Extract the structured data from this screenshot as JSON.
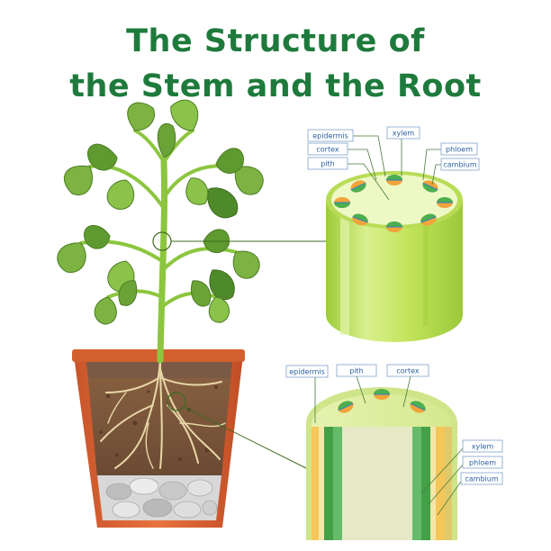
{
  "title": {
    "line1": "The Structure of",
    "line2": "the Stem and the Root"
  },
  "stem_labels": {
    "epidermis": "epidermis",
    "cortex": "cortex",
    "pith": "pith",
    "xylem": "xylem",
    "phloem": "phloem",
    "cambium": "cambium"
  },
  "root_labels": {
    "epidermis": "epidermis",
    "pith": "pith",
    "cortex": "cortex",
    "xylem": "xylem",
    "phloem": "phloem",
    "cambium": "cambium"
  },
  "colors": {
    "title_green": "#1e7a3c",
    "stem_light": "#d6ee8a",
    "stem_mid": "#b5db4c",
    "xylem_green": "#4caf50",
    "phloem_orange": "#f2a33a",
    "label_blue": "#2a5fa0"
  }
}
